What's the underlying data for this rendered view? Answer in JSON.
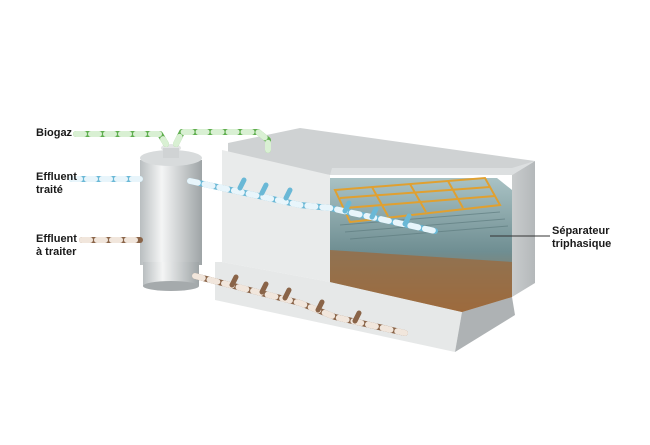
{
  "labels": {
    "biogas": "Biogaz",
    "treated_line1": "Effluent",
    "treated_line2": "traité",
    "untreated_line1": "Effluent",
    "untreated_line2": "à traiter",
    "separator_line1": "Séparateur",
    "separator_line2": "triphasique"
  },
  "colors": {
    "biogas_pipe": "#5fae4e",
    "treated_pipe": "#6ab8d6",
    "untreated_pipe": "#8a6448",
    "tank": "#d9dcdd",
    "sludge": "#9c6a3c",
    "separator_frame": "#e0a030"
  }
}
